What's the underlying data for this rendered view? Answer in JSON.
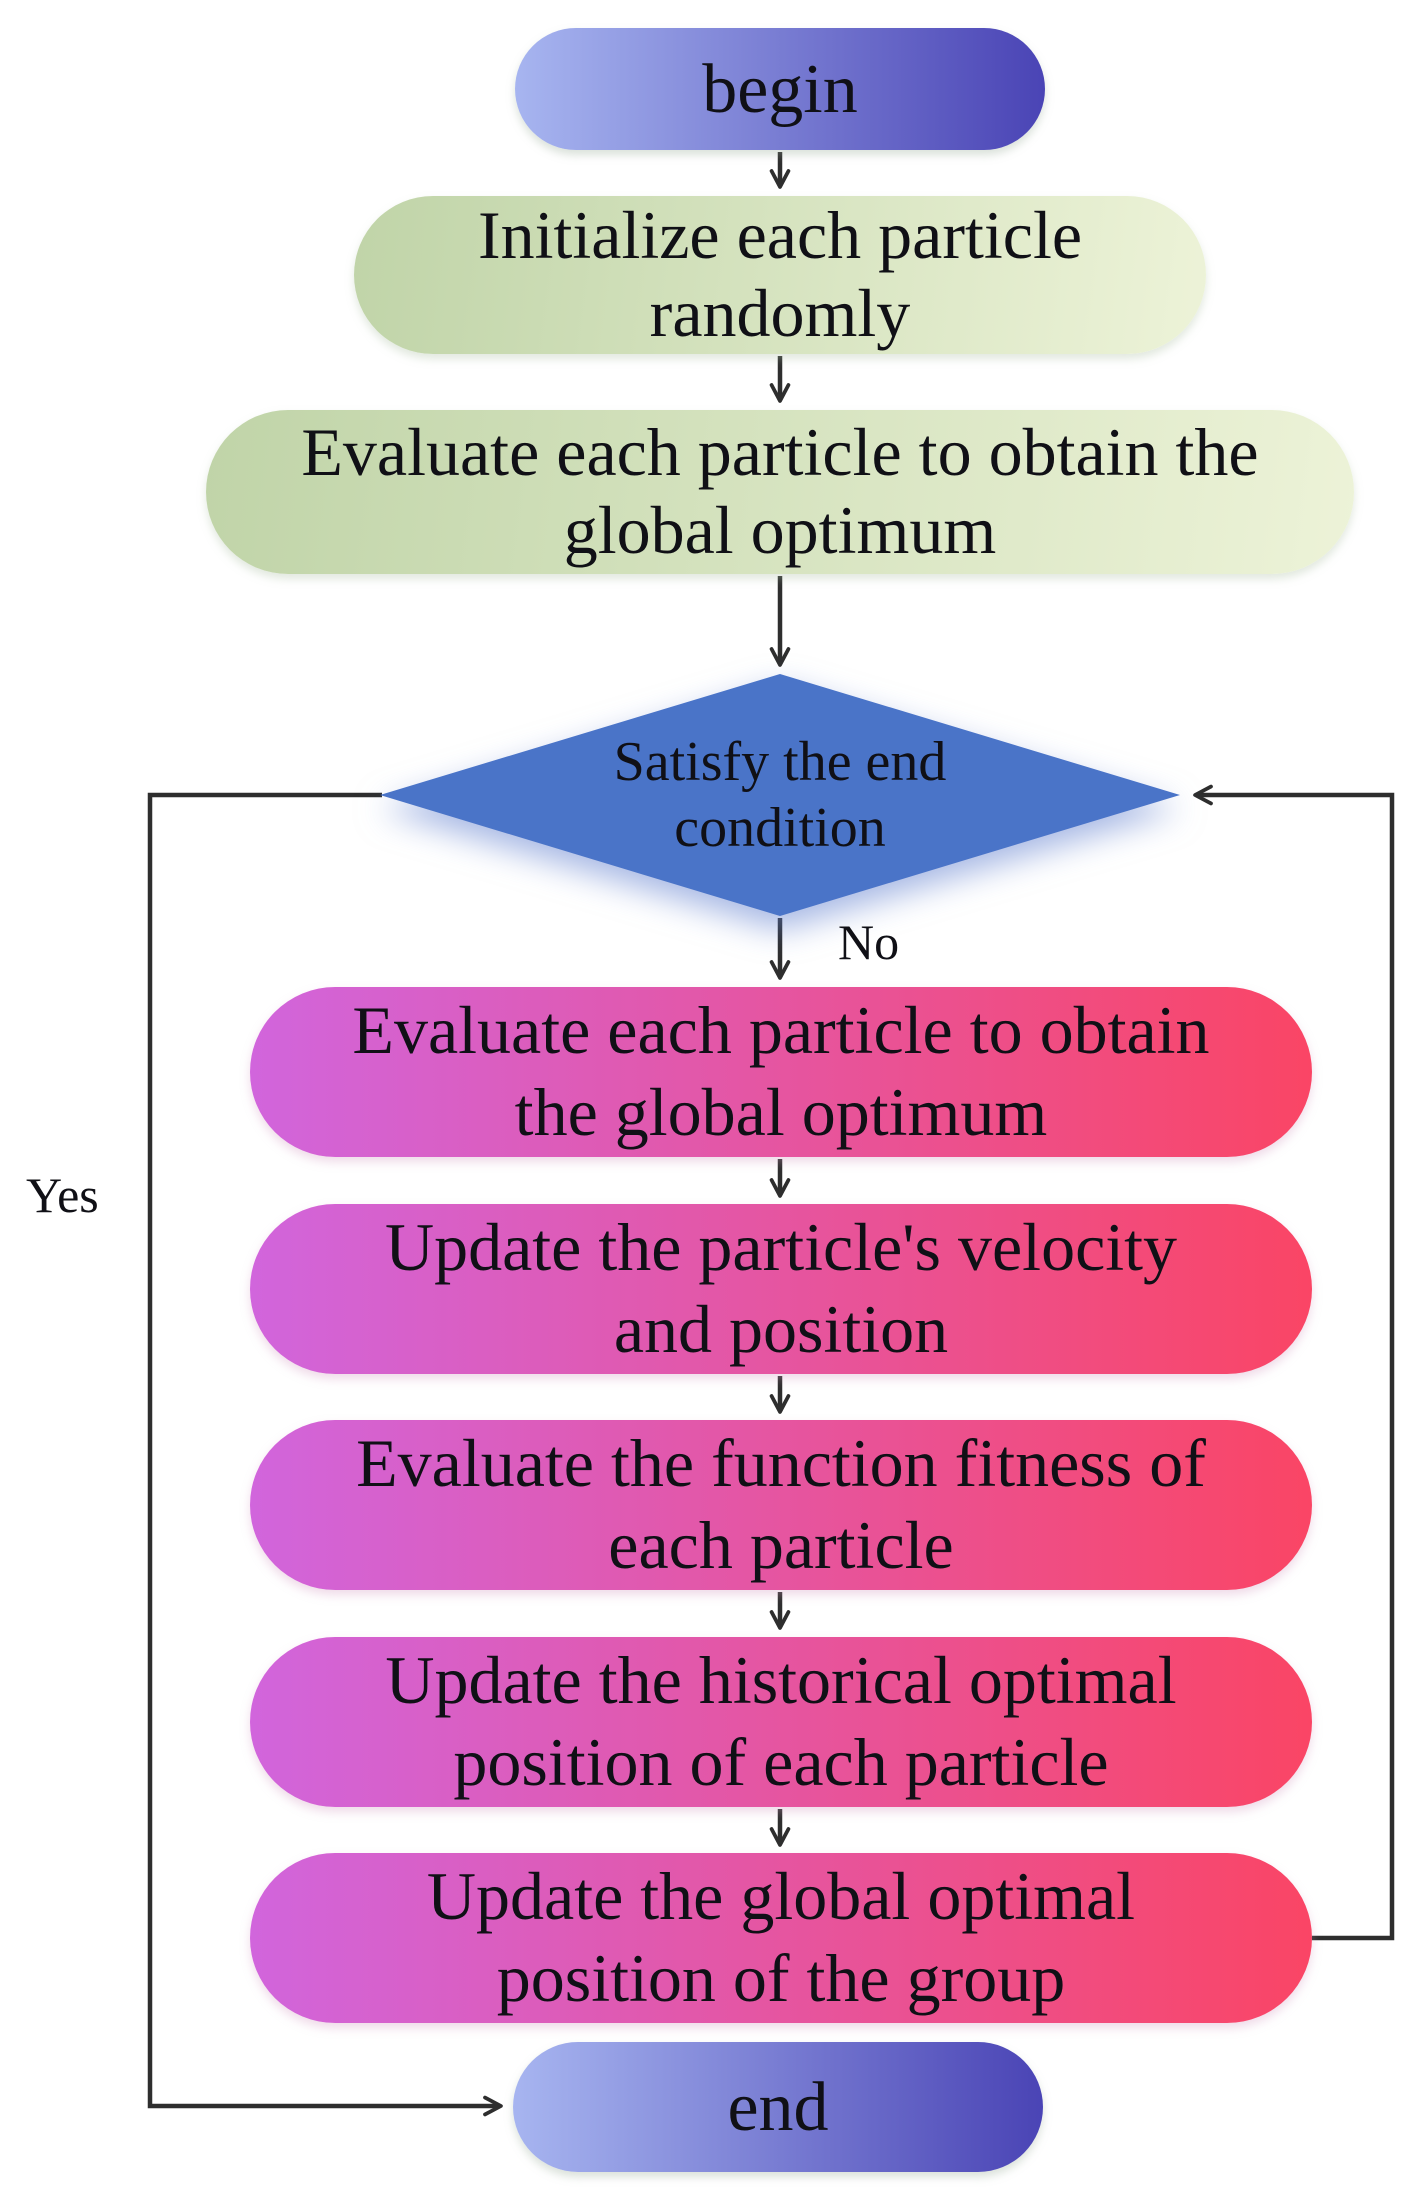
{
  "flowchart": {
    "nodes": [
      {
        "id": "begin",
        "type": "terminator",
        "label": "begin"
      },
      {
        "id": "initialize",
        "type": "process",
        "label": "Initialize each particle\nrandomly"
      },
      {
        "id": "evaluate1",
        "type": "process",
        "label": "Evaluate each particle to obtain the\nglobal optimum"
      },
      {
        "id": "decision",
        "type": "decision",
        "label": "Satisfy the end\ncondition"
      },
      {
        "id": "evaluate2",
        "type": "process",
        "label": "Evaluate each particle to obtain\nthe global optimum"
      },
      {
        "id": "velocity",
        "type": "process",
        "label": "Update the particle's velocity\nand position"
      },
      {
        "id": "fitness",
        "type": "process",
        "label": "Evaluate the function fitness of\neach particle"
      },
      {
        "id": "historical",
        "type": "process",
        "label": "Update the historical optimal\nposition of each particle"
      },
      {
        "id": "global",
        "type": "process",
        "label": "Update the global optimal\nposition of the group"
      },
      {
        "id": "end",
        "type": "terminator",
        "label": "end"
      }
    ],
    "branch_labels": {
      "no": "No",
      "yes": "Yes"
    },
    "colors": {
      "terminator_gradient": [
        "#a7b5f0",
        "#4a44b5"
      ],
      "process_green_gradient": [
        "#c0d4a8",
        "#edf3d8"
      ],
      "process_pink_gradient": [
        "#d165dc",
        "#fa4565"
      ],
      "decision_fill": "#4a74c8",
      "connector": "#2e2e2e",
      "text": "#101016"
    }
  }
}
